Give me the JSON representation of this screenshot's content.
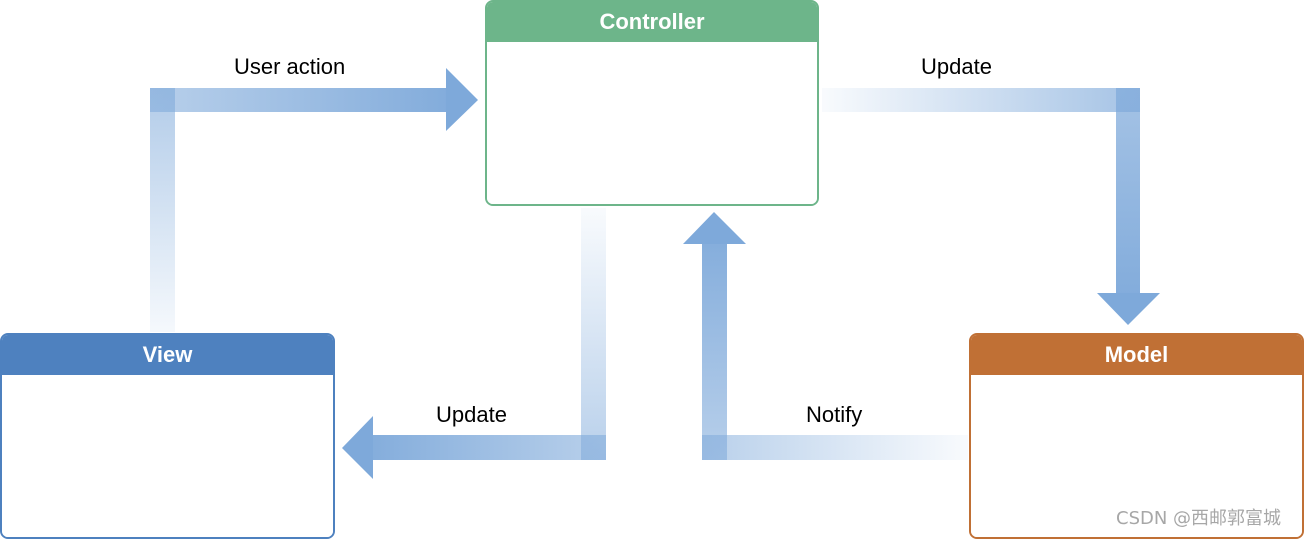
{
  "boxes": {
    "controller": {
      "title": "Controller",
      "color": "#6db58a"
    },
    "view": {
      "title": "View",
      "color": "#4e81bf"
    },
    "model": {
      "title": "Model",
      "color": "#c07035"
    }
  },
  "edges": {
    "user_action": "User action",
    "update_model": "Update",
    "update_view": "Update",
    "notify": "Notify"
  },
  "arrow_color": "#7ea9da",
  "watermark": "CSDN @西邮郭富城"
}
